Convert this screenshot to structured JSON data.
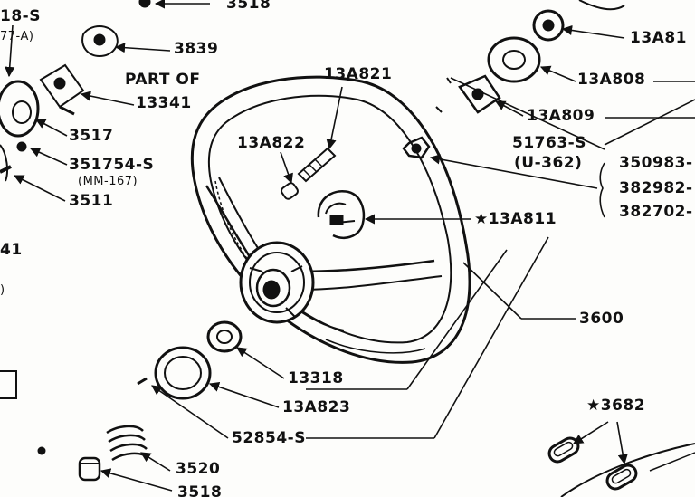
{
  "diagram": {
    "labels": {
      "part_3518_top": "3518",
      "part_3839": "3839",
      "part_of": "PART OF",
      "part_13341": "13341",
      "part_13A821": "13A821",
      "part_13A822": "13A822",
      "part_3517": "3517",
      "part_351754S": "351754-S",
      "part_mm167": "(MM-167)",
      "part_3511": "3511",
      "part_18s": "18-S",
      "part_77a": "77-A)",
      "part_41": "41",
      "part_paren": ")",
      "part_13A81": "13A81",
      "part_13A808": "13A808",
      "part_13A809": "13A809",
      "part_51763S": "51763-S",
      "part_u362": "(U-362)",
      "part_350983": "350983-",
      "part_382982": "382982-",
      "part_382702": "382702-",
      "part_13A811": "★13A811",
      "part_3600": "3600",
      "part_13318": "13318",
      "part_13A823": "13A823",
      "part_52854S": "52854-S",
      "part_3682": "★3682",
      "part_3520": "3520",
      "part_3518_bottom": "3518"
    }
  }
}
